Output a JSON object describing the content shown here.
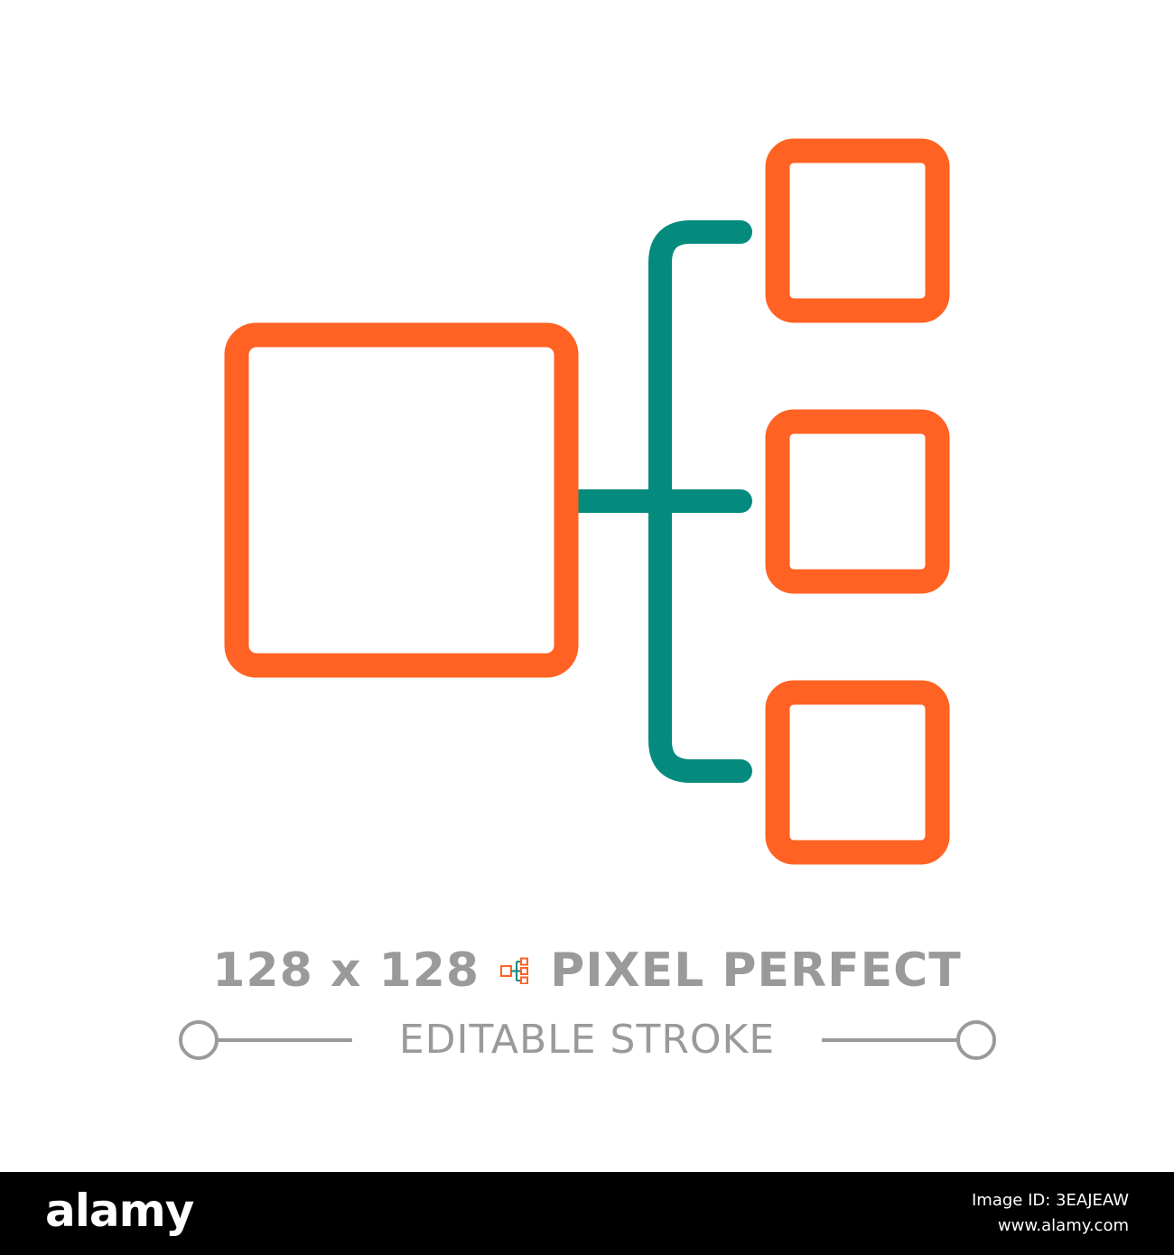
{
  "caption": {
    "size_text": "128 x 128",
    "quality_text": "PIXEL PERFECT",
    "stroke_text": "EDITABLE STROKE"
  },
  "footer": {
    "logo": "alamy",
    "image_id": "Image ID: 3EAJEAW",
    "site": "www.alamy.com"
  },
  "colors": {
    "box_stroke": "#ff6223",
    "connector_stroke": "#058a7e",
    "caption_text": "#9a9a9a",
    "footer_bg": "#000000"
  },
  "icon": "hierarchy-structure-icon"
}
